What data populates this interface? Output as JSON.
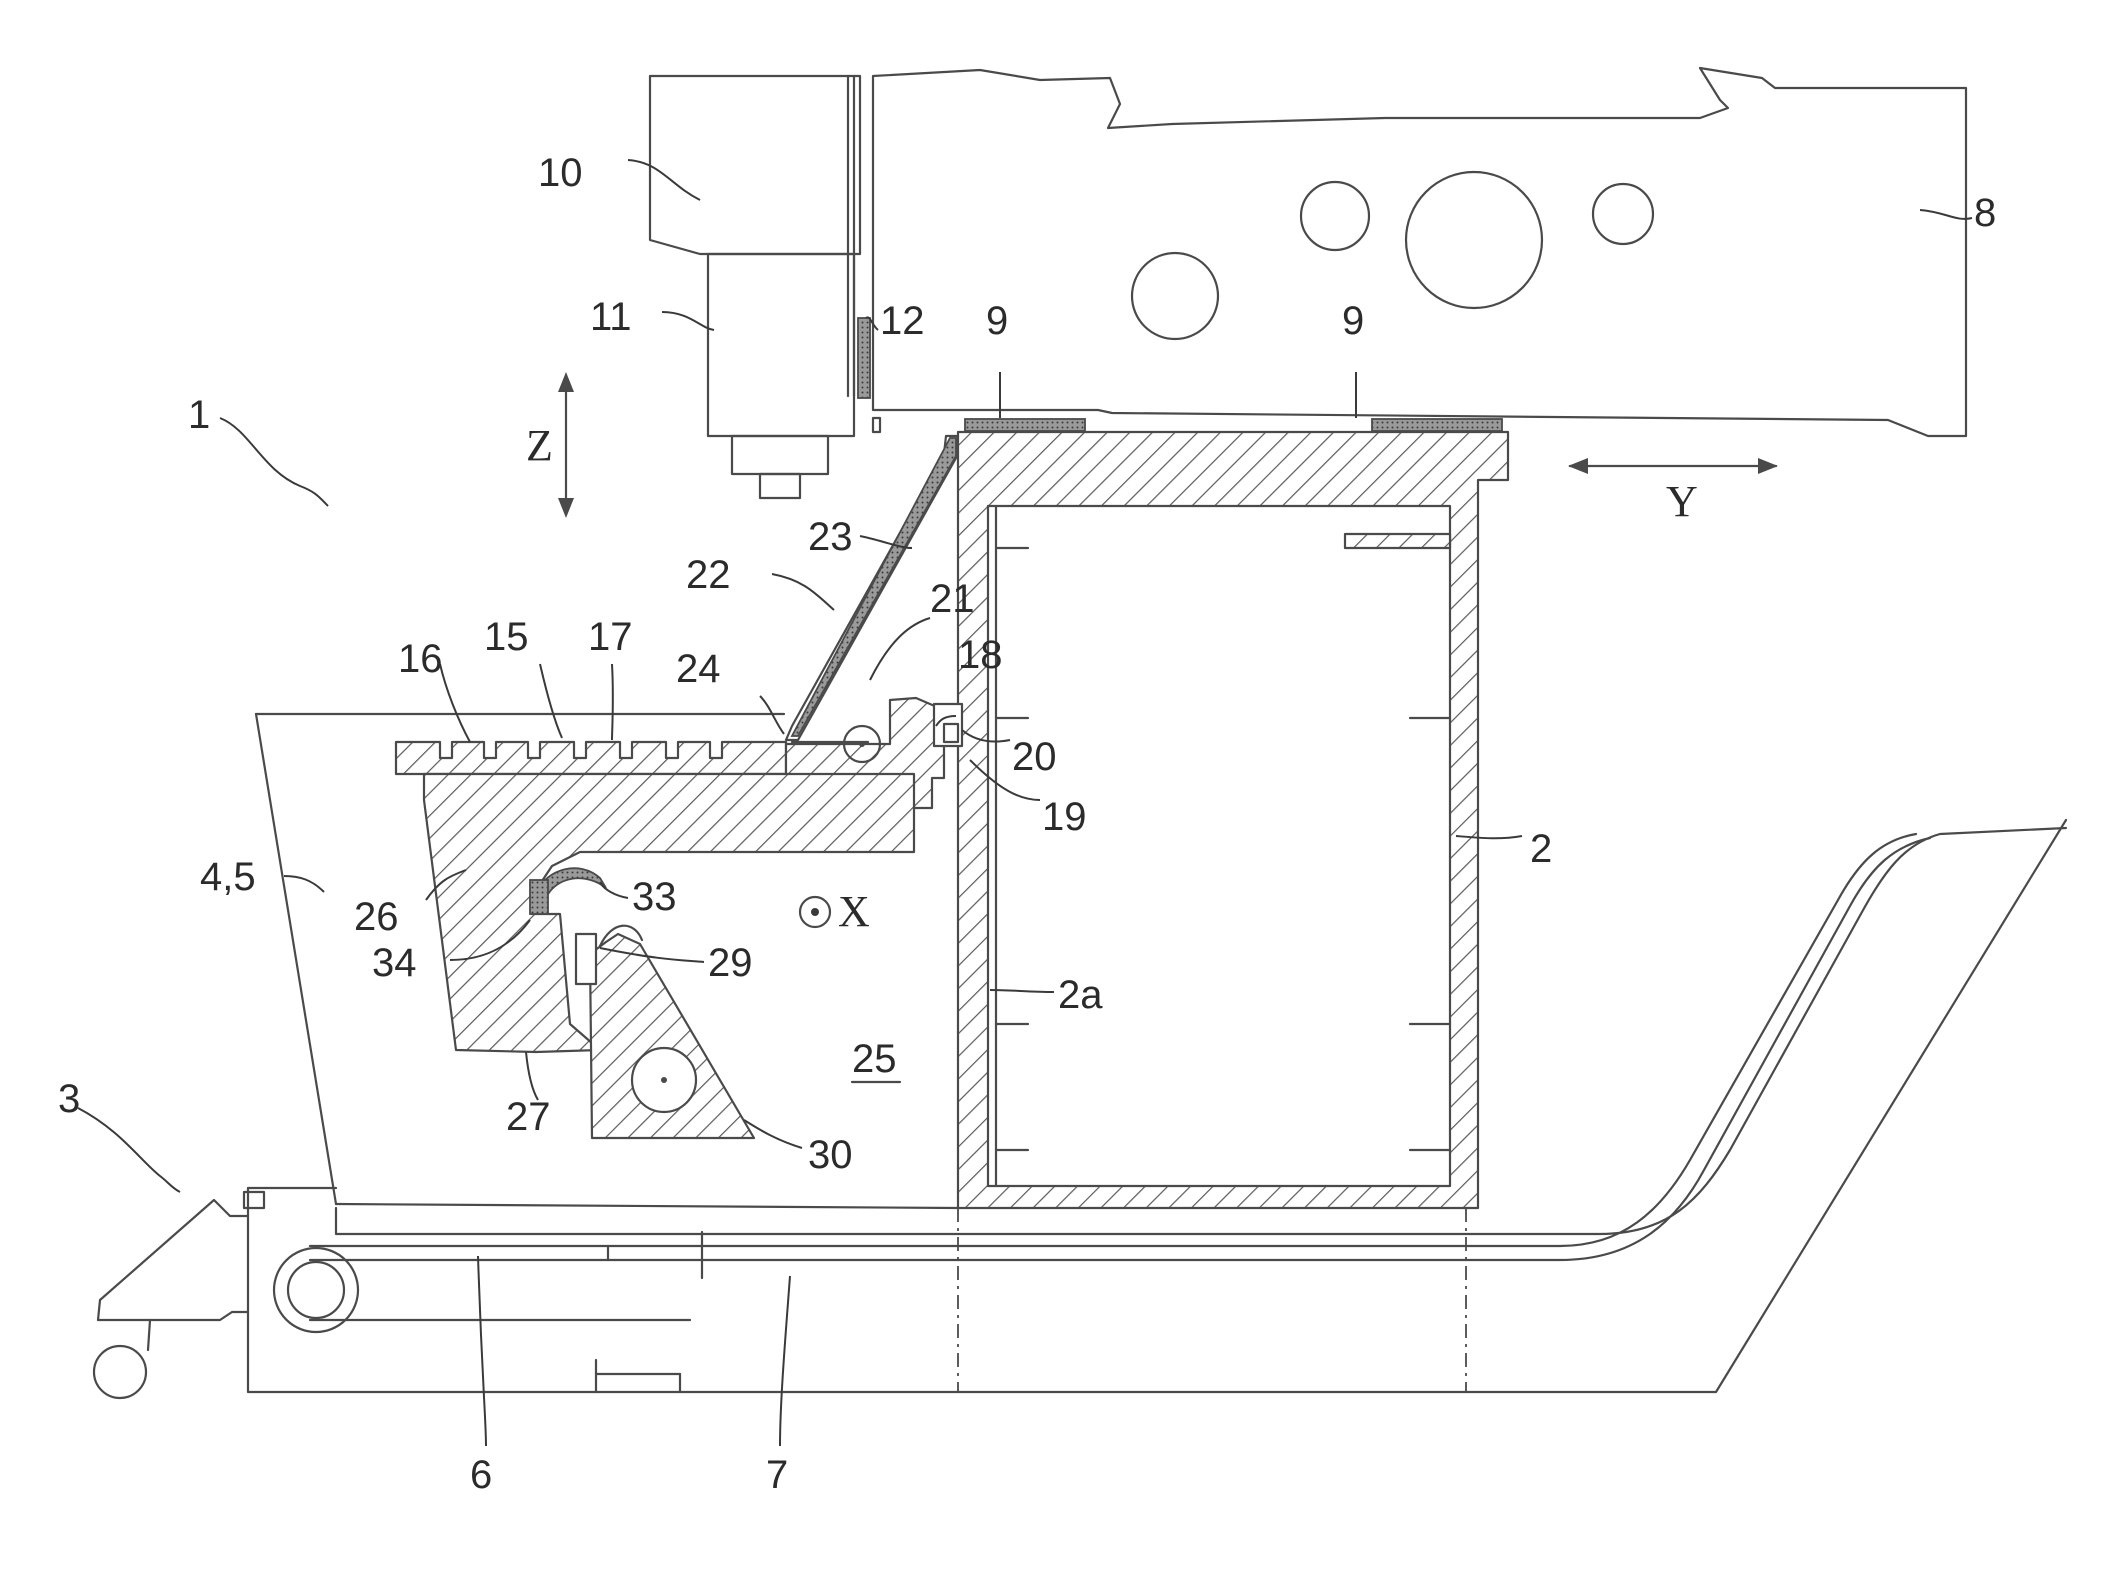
{
  "labels": {
    "l1": "1",
    "l2": "2",
    "l2a": "2a",
    "l3": "3",
    "l45": "4,5",
    "l6": "6",
    "l7": "7",
    "l8": "8",
    "l9a": "9",
    "l9b": "9",
    "l10": "10",
    "l11": "11",
    "l12": "12",
    "l15": "15",
    "l16": "16",
    "l17": "17",
    "l18": "18",
    "l19": "19",
    "l20": "20",
    "l21": "21",
    "l22": "22",
    "l23": "23",
    "l24": "24",
    "l25": "25",
    "l26": "26",
    "l27": "27",
    "l29": "29",
    "l30": "30",
    "l33": "33",
    "l34": "34"
  },
  "axes": {
    "z": "Z",
    "y": "Y",
    "x": "X"
  },
  "colors": {
    "line": "#4a4a4a",
    "background": "#ffffff"
  }
}
